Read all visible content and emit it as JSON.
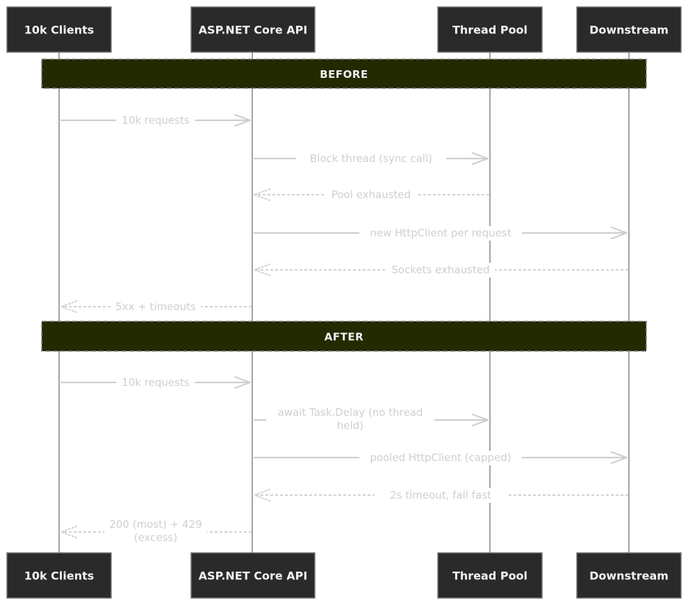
{
  "participants": [
    {
      "id": "clients",
      "label": "10k Clients"
    },
    {
      "id": "api",
      "label": "ASP.NET Core API"
    },
    {
      "id": "pool",
      "label": "Thread Pool"
    },
    {
      "id": "downstream",
      "label": "Downstream"
    }
  ],
  "sections": [
    {
      "label": "BEFORE"
    },
    {
      "label": "AFTER"
    }
  ],
  "messages": [
    {
      "from": "clients",
      "to": "api",
      "style": "solid",
      "lines": [
        "10k requests"
      ]
    },
    {
      "from": "api",
      "to": "pool",
      "style": "solid",
      "lines": [
        "Block thread (sync call)"
      ]
    },
    {
      "from": "pool",
      "to": "api",
      "style": "dotted",
      "lines": [
        "Pool exhausted"
      ]
    },
    {
      "from": "api",
      "to": "downstream",
      "style": "solid",
      "lines": [
        "new HttpClient per request"
      ]
    },
    {
      "from": "downstream",
      "to": "api",
      "style": "dotted",
      "lines": [
        "Sockets exhausted"
      ]
    },
    {
      "from": "api",
      "to": "clients",
      "style": "dotted",
      "lines": [
        "5xx + timeouts"
      ]
    },
    {
      "from": "clients",
      "to": "api",
      "style": "solid",
      "lines": [
        "10k requests"
      ]
    },
    {
      "from": "api",
      "to": "pool",
      "style": "solid",
      "lines": [
        "await Task.Delay (no thread",
        "held)"
      ]
    },
    {
      "from": "api",
      "to": "downstream",
      "style": "solid",
      "lines": [
        "pooled HttpClient (capped)"
      ]
    },
    {
      "from": "downstream",
      "to": "api",
      "style": "dotted",
      "lines": [
        "2s timeout, fail fast"
      ]
    },
    {
      "from": "api",
      "to": "clients",
      "style": "dotted",
      "lines": [
        "200 (most) + 429",
        "(excess)"
      ]
    }
  ],
  "colors": {
    "participant_fill": "#2a2a2a",
    "section_fill": "#232a00",
    "message": "#cfcfcf",
    "lifeline": "#666666"
  }
}
